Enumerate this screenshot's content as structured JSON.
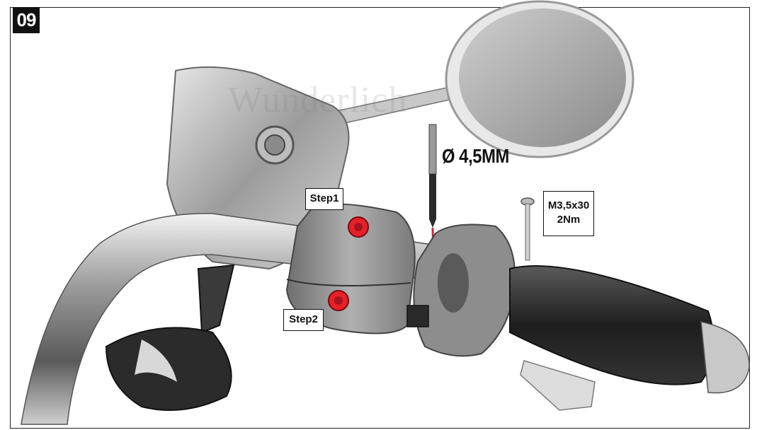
{
  "step": {
    "number": "09"
  },
  "labels": {
    "step1": "Step1",
    "step2": "Step2",
    "drill": "Ø 4,5MM",
    "screw_line1": "M3,5x30",
    "screw_line2": "2Nm"
  },
  "watermark": "Wunderlich",
  "colors": {
    "accent_red": "#e8202a",
    "frame": "#222222",
    "chrome": "#b8b8b8"
  }
}
